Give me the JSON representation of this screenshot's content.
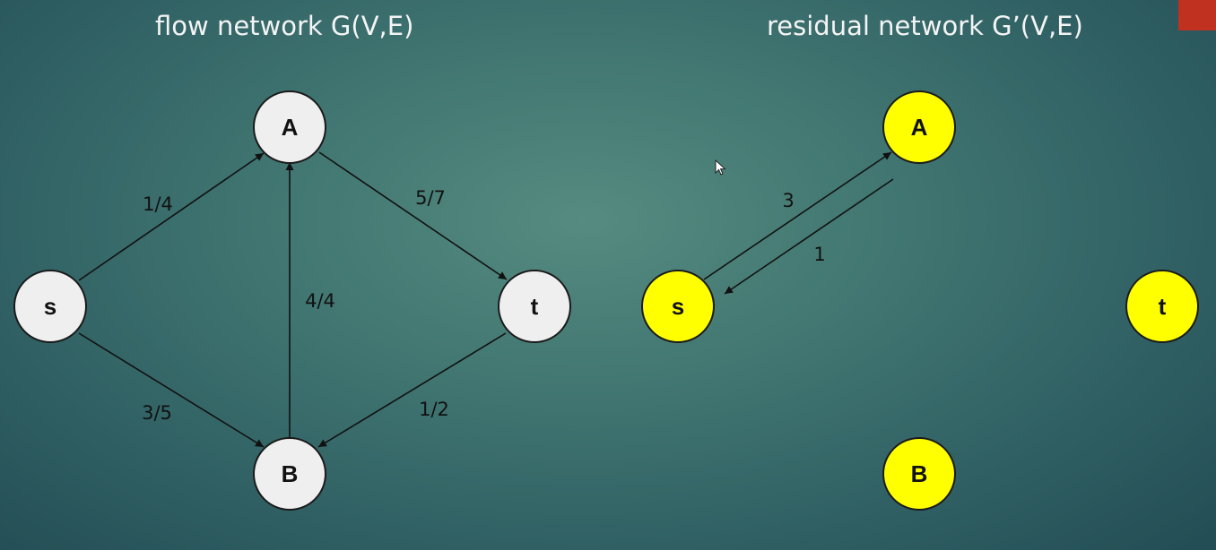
{
  "titles": {
    "left": "flow network G(V,E)",
    "right": "residual network G’(V,E)"
  },
  "colors": {
    "node_flow": "#efefef",
    "node_residual": "#ffff00",
    "accent_tab": "#c0311f"
  },
  "flow_network": {
    "nodes": [
      {
        "id": "s",
        "label": "s"
      },
      {
        "id": "A",
        "label": "A"
      },
      {
        "id": "B",
        "label": "B"
      },
      {
        "id": "t",
        "label": "t"
      }
    ],
    "edges": [
      {
        "from": "s",
        "to": "A",
        "label": "1/4"
      },
      {
        "from": "s",
        "to": "B",
        "label": "3/5"
      },
      {
        "from": "B",
        "to": "A",
        "label": "4/4"
      },
      {
        "from": "A",
        "to": "t",
        "label": "5/7"
      },
      {
        "from": "t",
        "to": "B",
        "label": "1/2"
      }
    ]
  },
  "residual_network": {
    "nodes": [
      {
        "id": "s",
        "label": "s"
      },
      {
        "id": "A",
        "label": "A"
      },
      {
        "id": "B",
        "label": "B"
      },
      {
        "id": "t",
        "label": "t"
      }
    ],
    "edges": [
      {
        "from": "s",
        "to": "A",
        "label": "3"
      },
      {
        "from": "A",
        "to": "s",
        "label": "1"
      }
    ]
  }
}
